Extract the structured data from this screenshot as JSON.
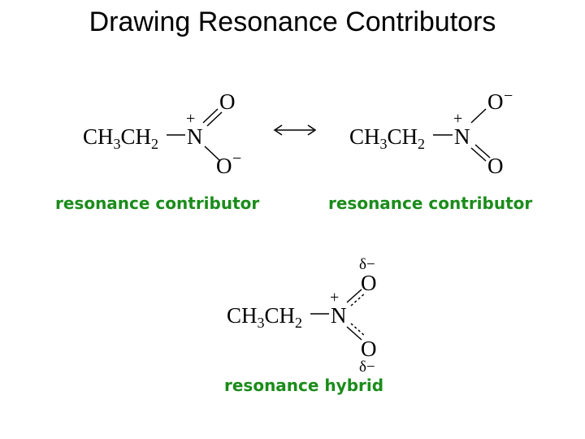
{
  "slide": {
    "title": "Drawing Resonance Contributors"
  },
  "structures": {
    "left": {
      "group": "CH3CH2",
      "nitrogen": "N",
      "plus": "+",
      "oxygen_top": "O",
      "oxygen_bottom": "O",
      "minus": "−",
      "caption": "resonance contributor"
    },
    "arrow": "⟷",
    "right": {
      "group": "CH3CH2",
      "nitrogen": "N",
      "plus": "+",
      "oxygen_top": "O",
      "oxygen_bottom": "O",
      "minus": "−",
      "caption": "resonance contributor"
    },
    "hybrid": {
      "group": "CH3CH2",
      "nitrogen": "N",
      "plus": "+",
      "oxygen_top": "O",
      "oxygen_bottom": "O",
      "delta_top": "δ−",
      "delta_bottom": "δ−",
      "caption": "resonance hybrid"
    }
  },
  "colors": {
    "caption": "#1a8c1a",
    "text": "#000000"
  }
}
